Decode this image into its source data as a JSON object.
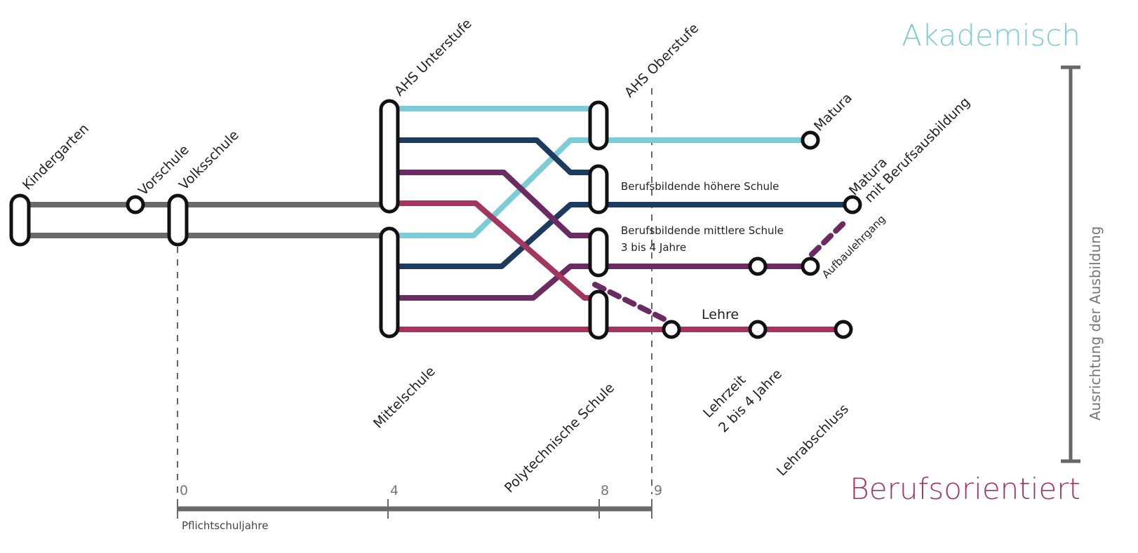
{
  "colors": {
    "akademisch": "#7ccbd8",
    "navy": "#1d3a5f",
    "purple": "#6b2b62",
    "berufs": "#a23660",
    "grey": "#6a6a6a",
    "dashed_purple": "#6b2b62"
  },
  "headings": {
    "akademisch": "Akademisch",
    "berufsorientiert": "Berufsorientiert",
    "ausrichtung": "Ausrichtung der Ausbildung"
  },
  "stations": {
    "kindergarten": "Kindergarten",
    "vorschule": "Vorschule",
    "volksschule": "Volksschule",
    "ahs_unterstufe": "AHS Unterstufe",
    "mittelschule": "Mittelschule",
    "ahs_oberstufe": "AHS Oberstufe",
    "bhs": "Berufsbildende höhere Schule",
    "bms_line1": "Berufsbildende mittlere Schule",
    "bms_line2": "3 bis 4 Jahre",
    "polytechnische": "Polytechnische Schule",
    "matura": "Matura",
    "matura_beruf_line1": "Matura",
    "matura_beruf_line2": "mit Berufsausbildung",
    "aufbaulehrgang": "Aufbaulehrgang",
    "lehre": "Lehre",
    "lehrzeit_line1": "Lehrzeit",
    "lehrzeit_line2": "2 bis 4 Jahre",
    "lehrabschluss": "Lehrabschluss"
  },
  "axis": {
    "ticks": [
      "0",
      "4",
      "8",
      "9"
    ],
    "caption": "Pflichtschuljahre"
  }
}
